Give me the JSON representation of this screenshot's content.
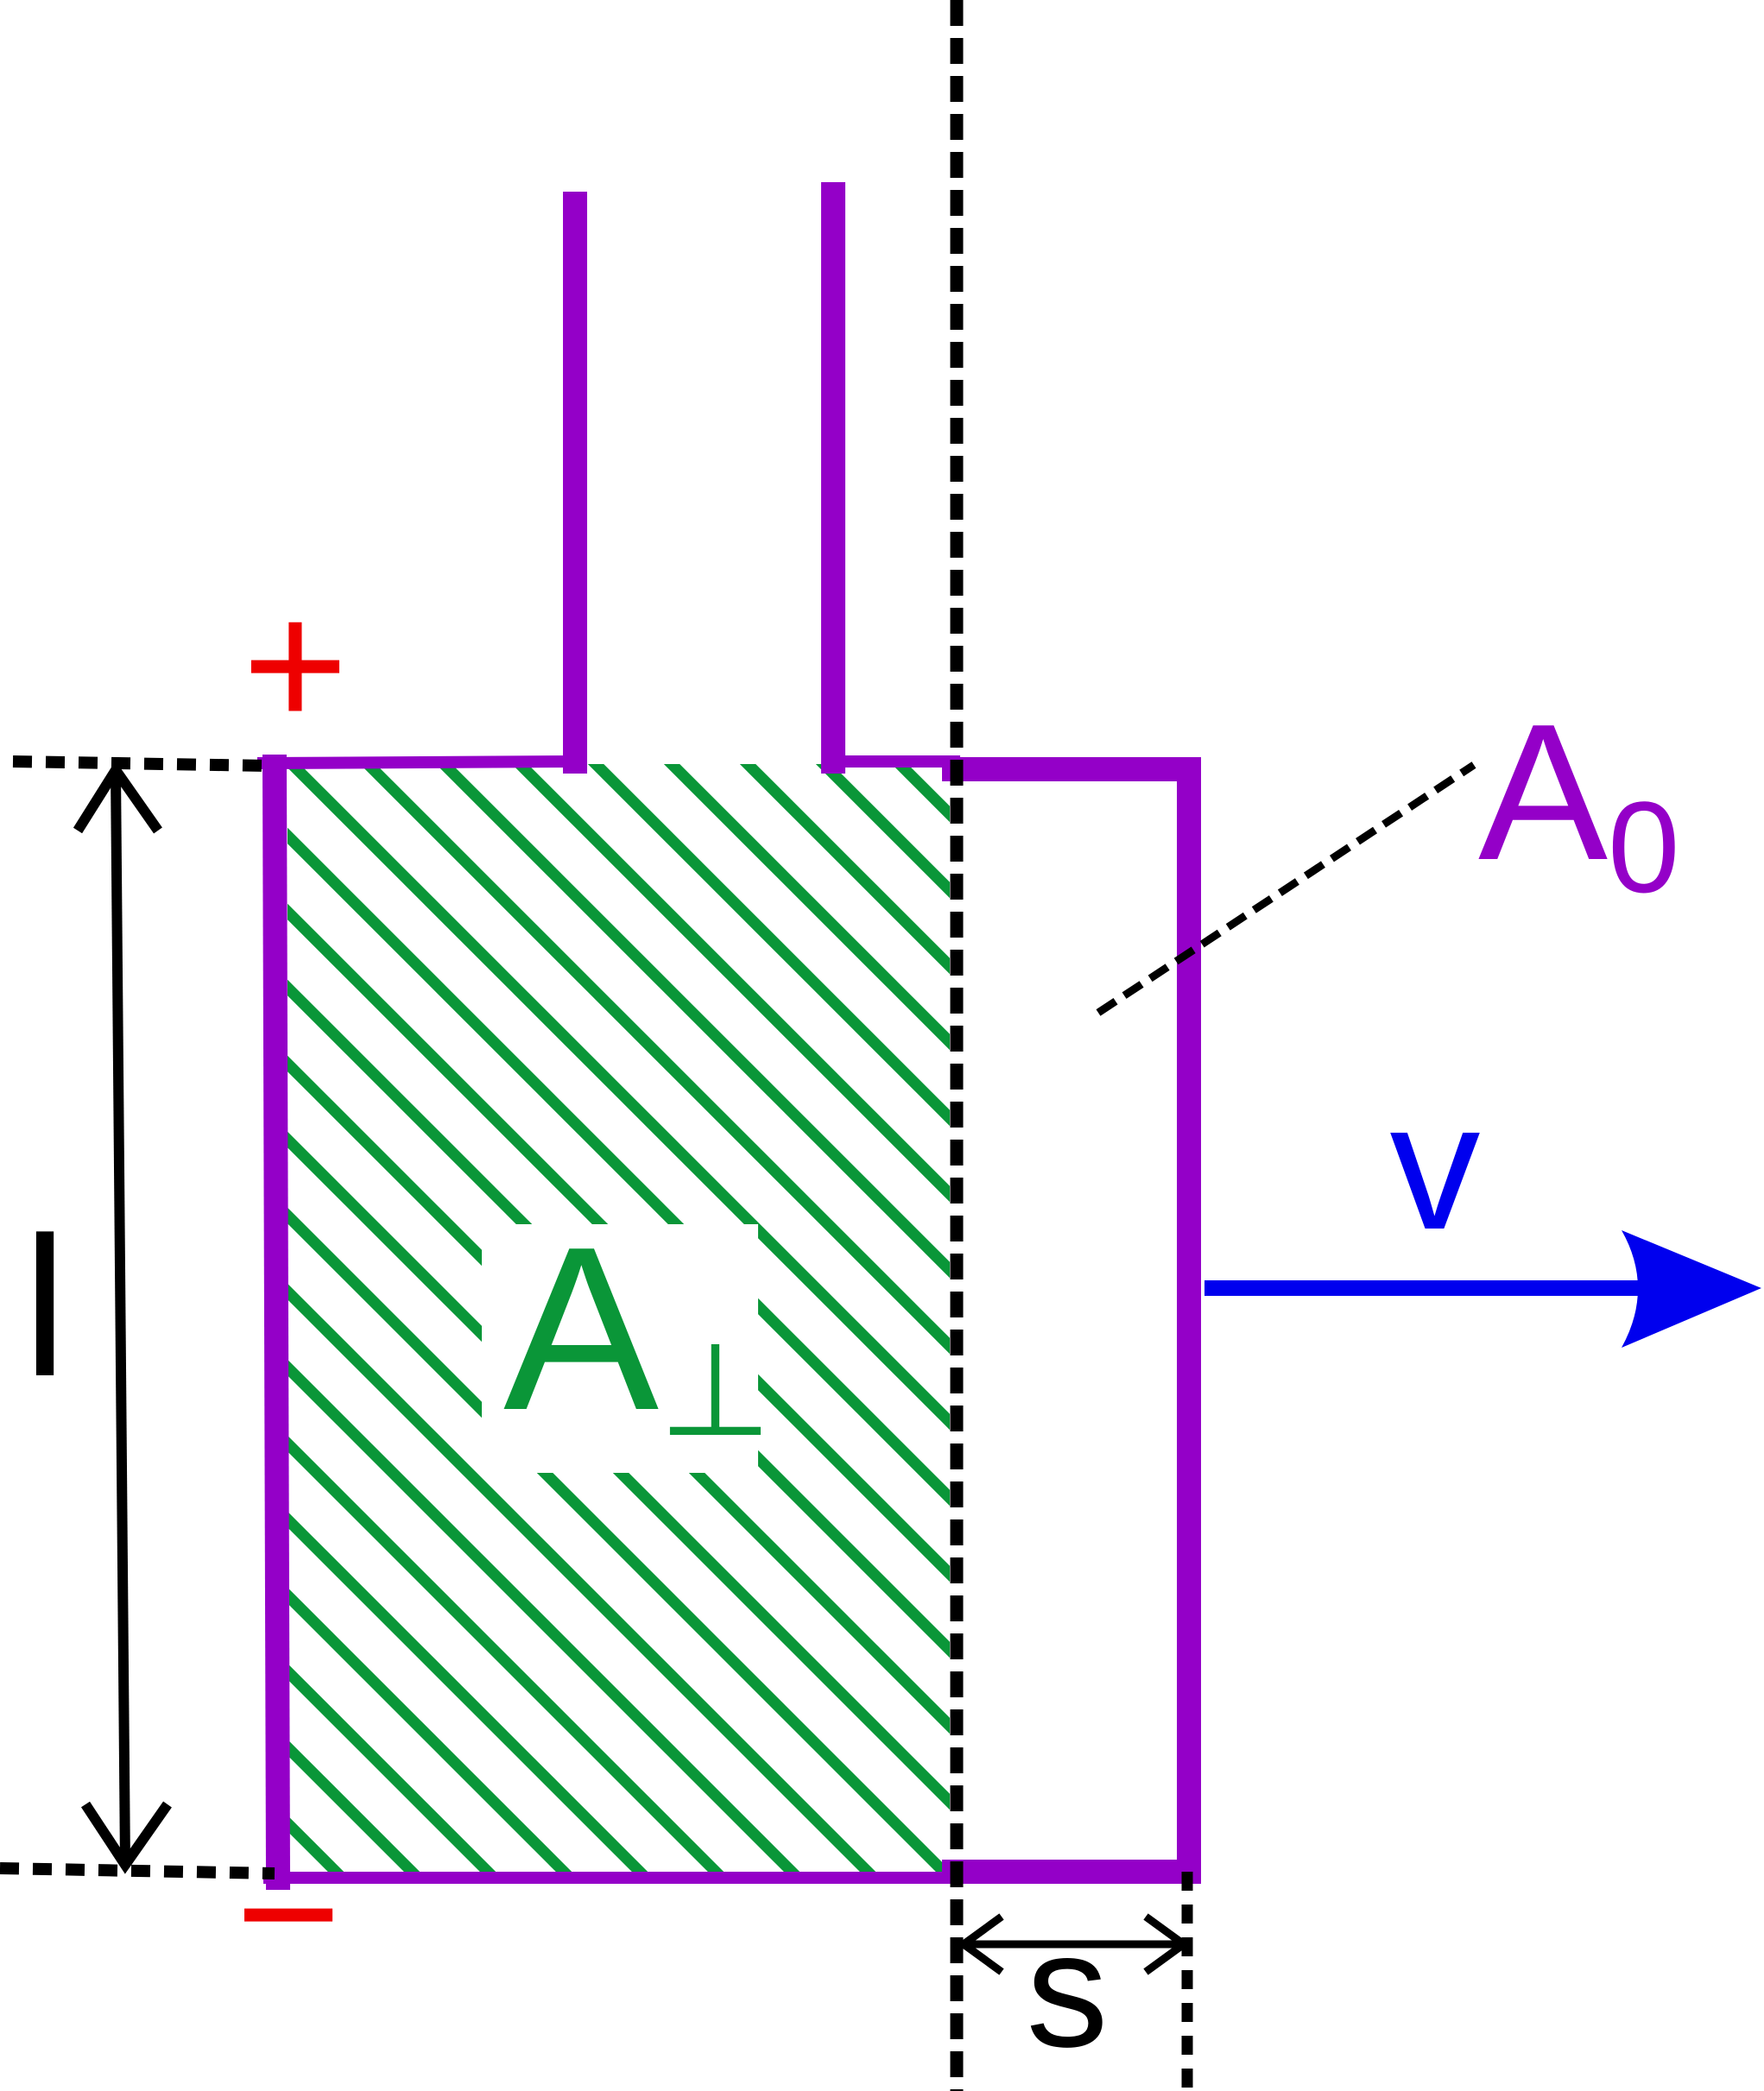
{
  "labels": {
    "plus": "+",
    "minus": "−",
    "length": "l",
    "area_perp_base": "A",
    "area_perp_sub": "⊥",
    "area_zero_base": "A",
    "area_zero_sub": "0",
    "velocity": "v",
    "displacement": "s"
  },
  "colors": {
    "loop": "#9400c8",
    "hatch": "#0a9638",
    "velocity": "#0000ee",
    "plus": "#ee0000",
    "minus": "#ee0000",
    "ink": "#000000"
  }
}
